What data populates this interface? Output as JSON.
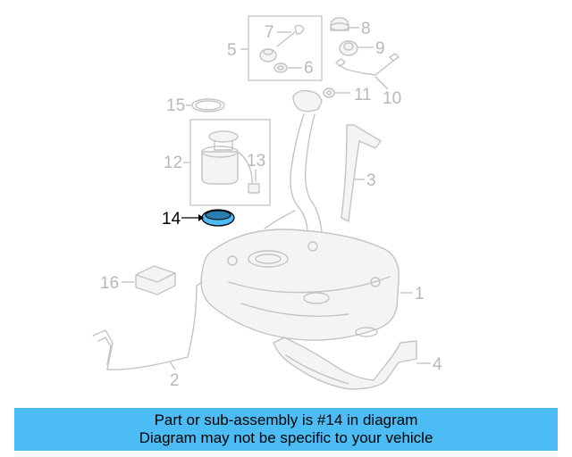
{
  "callouts": {
    "c1": "1",
    "c2": "2",
    "c3": "3",
    "c4": "4",
    "c5": "5",
    "c6": "6",
    "c7": "7",
    "c8": "8",
    "c9": "9",
    "c10": "10",
    "c11": "11",
    "c12": "12",
    "c13": "13",
    "c14": "14",
    "c15": "15",
    "c16": "16"
  },
  "highlight": {
    "part": "14",
    "color": "#4bbcf4"
  },
  "banner": {
    "line1": "Part or sub-assembly is #14 in diagram",
    "line2": "Diagram may not be specific to your vehicle",
    "background": "#4bbcf4"
  }
}
